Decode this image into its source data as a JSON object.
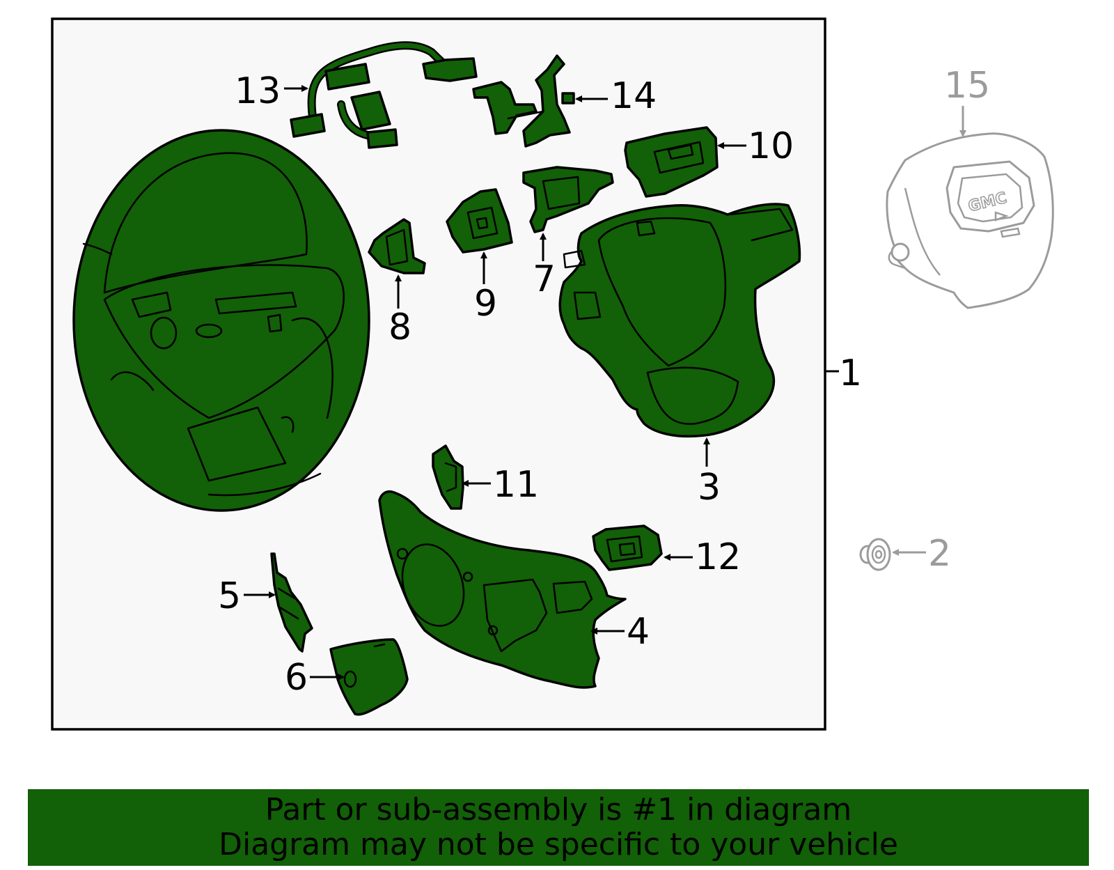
{
  "callouts": {
    "c1": "1",
    "c2": "2",
    "c3": "3",
    "c4": "4",
    "c5": "5",
    "c6": "6",
    "c7": "7",
    "c8": "8",
    "c9": "9",
    "c10": "10",
    "c11": "11",
    "c12": "12",
    "c13": "13",
    "c14": "14",
    "c15": "15"
  },
  "logo_text": "GMC",
  "banner": {
    "line1": "Part or sub-assembly is #1 in diagram",
    "line2": "Diagram may not be specific to your vehicle"
  },
  "colors": {
    "highlight": "#126007",
    "outline": "#000000",
    "ghost": "#9b9b9b",
    "panel": "#f8f8f8"
  }
}
